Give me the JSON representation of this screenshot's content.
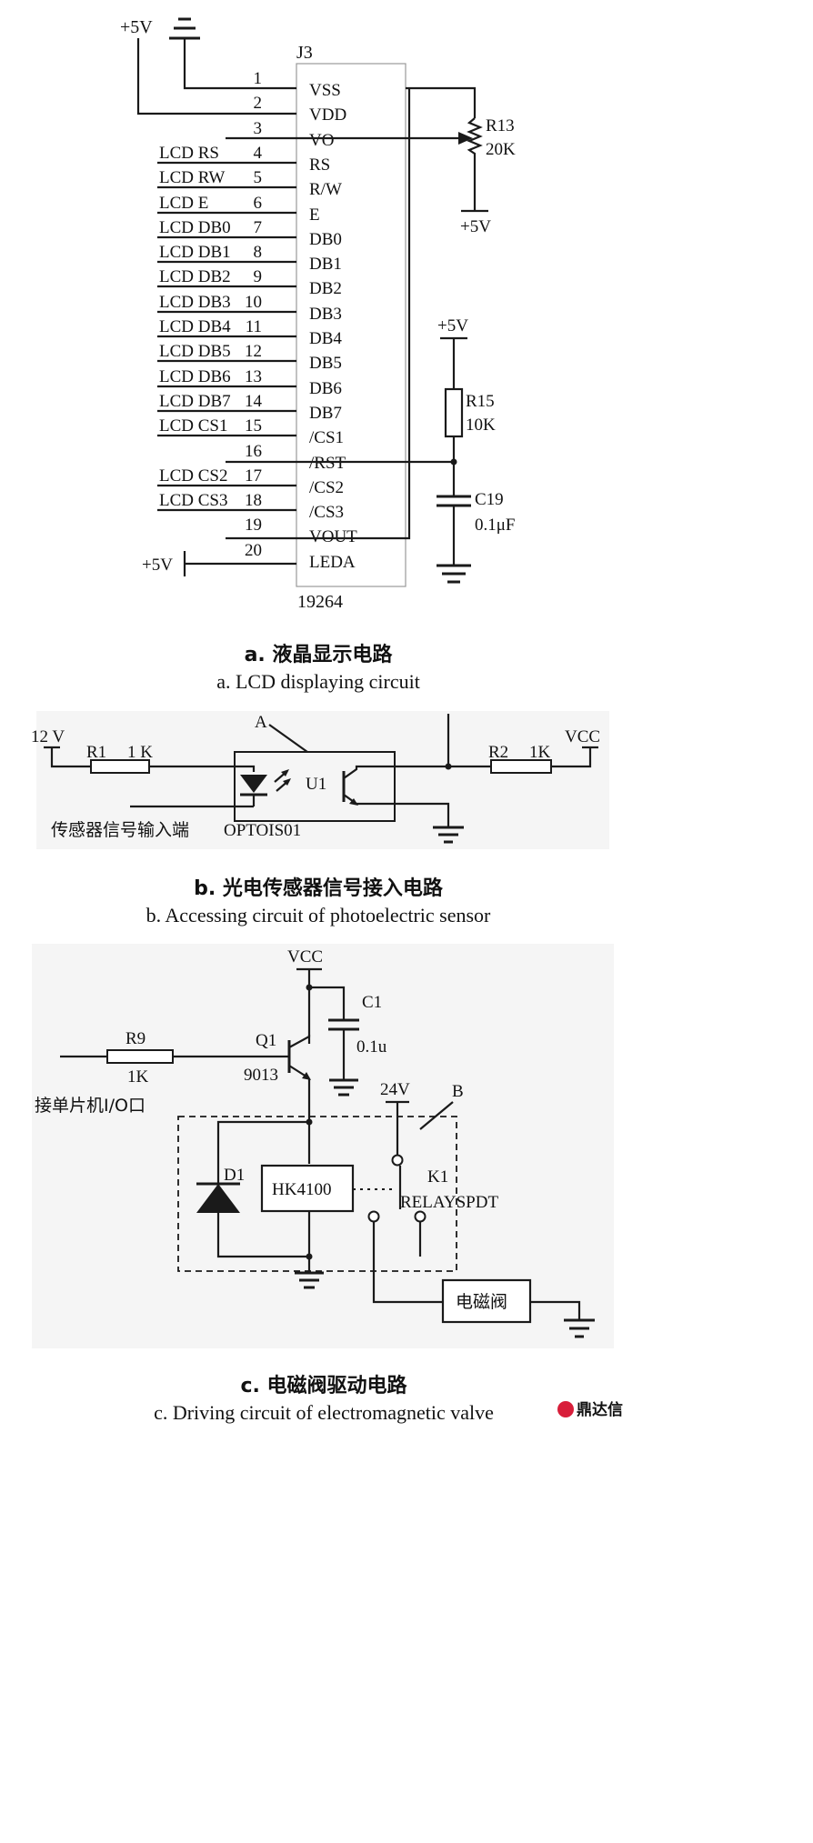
{
  "circuit_a": {
    "connector": "J3",
    "module": "19264",
    "supply_top": "+5V",
    "pins": [
      {
        "num": "1",
        "name": "VSS",
        "signal": ""
      },
      {
        "num": "2",
        "name": "VDD",
        "signal": ""
      },
      {
        "num": "3",
        "name": "VO",
        "signal": ""
      },
      {
        "num": "4",
        "name": "RS",
        "signal": "LCD RS"
      },
      {
        "num": "5",
        "name": "R/W",
        "signal": "LCD RW"
      },
      {
        "num": "6",
        "name": "E",
        "signal": "LCD E"
      },
      {
        "num": "7",
        "name": "DB0",
        "signal": "LCD DB0"
      },
      {
        "num": "8",
        "name": "DB1",
        "signal": "LCD DB1"
      },
      {
        "num": "9",
        "name": "DB2",
        "signal": "LCD DB2"
      },
      {
        "num": "10",
        "name": "DB3",
        "signal": "LCD DB3"
      },
      {
        "num": "11",
        "name": "DB4",
        "signal": "LCD DB4"
      },
      {
        "num": "12",
        "name": "DB5",
        "signal": "LCD DB5"
      },
      {
        "num": "13",
        "name": "DB6",
        "signal": "LCD DB6"
      },
      {
        "num": "14",
        "name": "DB7",
        "signal": "LCD DB7"
      },
      {
        "num": "15",
        "name": "/CS1",
        "signal": "LCD CS1"
      },
      {
        "num": "16",
        "name": "/RST",
        "signal": ""
      },
      {
        "num": "17",
        "name": "/CS2",
        "signal": "LCD CS2"
      },
      {
        "num": "18",
        "name": "/CS3",
        "signal": "LCD CS3"
      },
      {
        "num": "19",
        "name": "VOUT",
        "signal": ""
      },
      {
        "num": "20",
        "name": "LEDA",
        "signal": ""
      }
    ],
    "r13": {
      "name": "R13",
      "value": "20K",
      "supply": "+5V"
    },
    "r15": {
      "name": "R15",
      "value": "10K",
      "supply": "+5V"
    },
    "c19": {
      "name": "C19",
      "value": "0.1μF"
    },
    "leda_supply": "+5V",
    "caption_zh": "a.  液晶显示电路",
    "caption_en": "a. LCD displaying circuit"
  },
  "circuit_b": {
    "supply_left": "12 V",
    "r1": {
      "name": "R1",
      "value": "1 K"
    },
    "r2": {
      "name": "R2",
      "value": "1K"
    },
    "supply_right": "VCC",
    "marker": "A",
    "optocoupler": "U1",
    "part": "OPTOIS01",
    "input_label": "传感器信号输入端",
    "caption_zh": "b.  光电传感器信号接入电路",
    "caption_en": "b. Accessing circuit of photoelectric sensor"
  },
  "circuit_c": {
    "supply": "VCC",
    "r9": {
      "name": "R9",
      "value": "1K"
    },
    "q1": {
      "name": "Q1",
      "part": "9013"
    },
    "c1": {
      "name": "C1",
      "value": "0.1u"
    },
    "mcu_label": "接单片机I/O口",
    "relay_supply": "24V",
    "marker": "B",
    "diode": "D1",
    "coil": "HK4100",
    "relay": {
      "name": "K1",
      "part": "RELAYSPDT"
    },
    "valve": "电磁阀",
    "caption_zh": "c.  电磁阀驱动电路",
    "caption_en": "c. Driving circuit of electromagnetic valve"
  },
  "watermark": "鼎达信"
}
